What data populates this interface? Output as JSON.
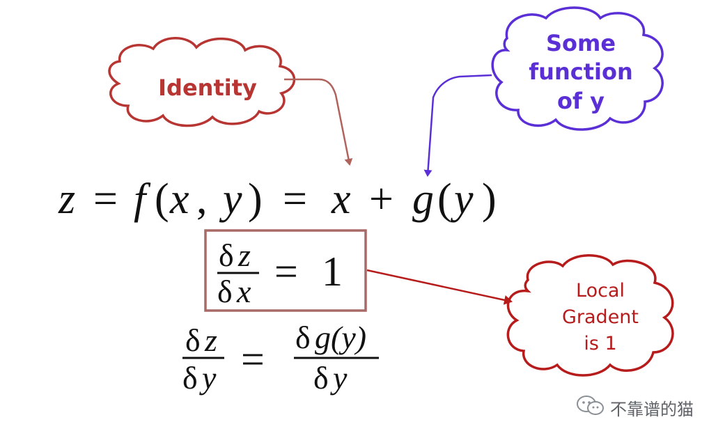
{
  "clouds": {
    "identity": {
      "label": "Identity",
      "color": "#b73532"
    },
    "some_function": {
      "lines": [
        "Some",
        "function",
        "of y"
      ],
      "color": "#5b2fd6"
    },
    "local_gradient": {
      "lines": [
        "Local",
        "Gradent",
        "is 1"
      ],
      "color": "#b71c1c"
    }
  },
  "equation_main": {
    "z": "z",
    "eq1": "=",
    "f": "f",
    "lparen": "(",
    "x": "x",
    "comma": ",",
    "y": "y",
    "rparen": ")",
    "eq2": "=",
    "x2": "x",
    "plus": "+",
    "g": "g",
    "lparen2": "(",
    "y2": "y",
    "rparen2": ")"
  },
  "equation_dx": {
    "num_delta": "δ",
    "num_var": "z",
    "den_delta": "δ",
    "den_var": "x",
    "eq": "=",
    "rhs": "1",
    "box_color": "#a86a67"
  },
  "equation_dy": {
    "lhs_num_delta": "δ",
    "lhs_num_var": "z",
    "lhs_den_delta": "δ",
    "lhs_den_var": "y",
    "eq": "=",
    "rhs_num_delta": "δ",
    "rhs_num_expr": "g(y)",
    "rhs_den_delta": "δ",
    "rhs_den_var": "y"
  },
  "watermark": {
    "text": "不靠谱的猫"
  }
}
